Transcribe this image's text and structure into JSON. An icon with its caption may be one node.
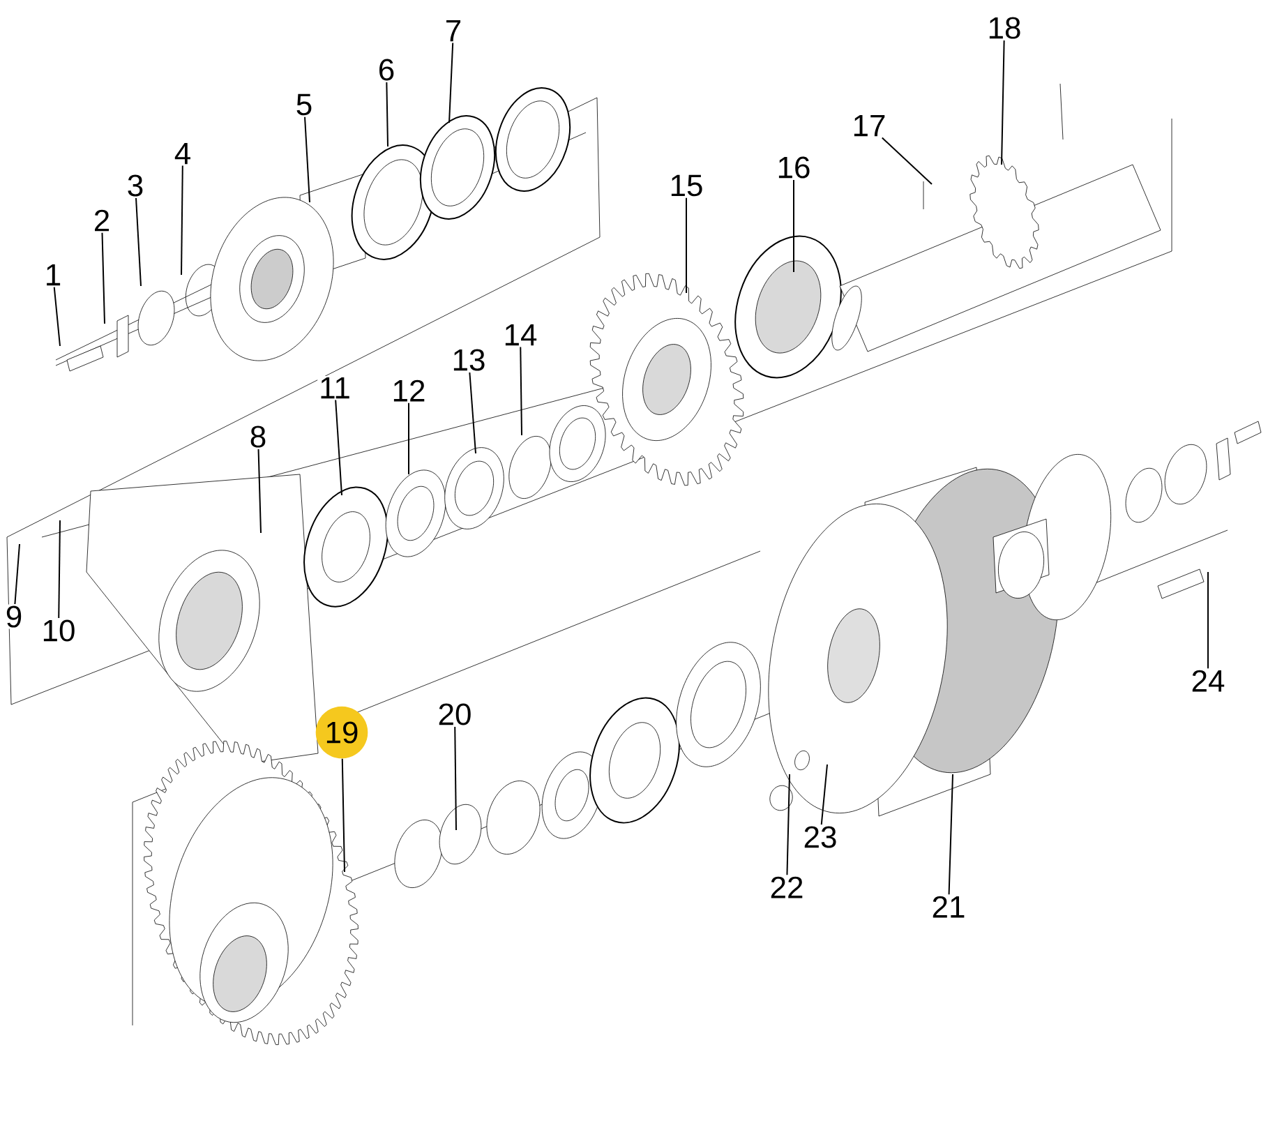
{
  "diagram": {
    "nodes": [
      {
        "text": [
          "1"
        ]
      },
      {
        "text": [
          "2"
        ]
      },
      {
        "text": [
          "3"
        ]
      },
      {
        "text": [
          "4"
        ]
      },
      {
        "text": [
          "5"
        ]
      },
      {
        "text": [
          "6"
        ]
      },
      {
        "text": [
          "7"
        ]
      },
      {
        "text": [
          "8"
        ]
      },
      {
        "text": [
          "9"
        ]
      },
      {
        "text": [
          "10"
        ]
      },
      {
        "text": [
          "11"
        ]
      },
      {
        "text": [
          "12"
        ]
      },
      {
        "text": [
          "13"
        ]
      },
      {
        "text": [
          "14"
        ]
      },
      {
        "text": [
          "15"
        ]
      },
      {
        "text": [
          "16"
        ]
      },
      {
        "text": [
          "17"
        ]
      },
      {
        "text": [
          "18"
        ]
      },
      {
        "text": [
          "19"
        ]
      },
      {
        "text": [
          "20"
        ]
      },
      {
        "text": [
          "21"
        ]
      },
      {
        "text": [
          "22"
        ]
      },
      {
        "text": [
          "23"
        ]
      },
      {
        "text": [
          "24"
        ]
      }
    ],
    "edges": [
      {
        "from": 0,
        "to": null,
        "arrow": "none"
      },
      {
        "from": 1,
        "to": null,
        "arrow": "none"
      },
      {
        "from": 2,
        "to": null,
        "arrow": "none"
      },
      {
        "from": 3,
        "to": null,
        "arrow": "none"
      },
      {
        "from": 4,
        "to": null,
        "arrow": "none"
      },
      {
        "from": 5,
        "to": null,
        "arrow": "none"
      },
      {
        "from": 6,
        "to": null,
        "arrow": "none"
      },
      {
        "from": 7,
        "to": null,
        "arrow": "none"
      },
      {
        "from": 8,
        "to": null,
        "arrow": "none"
      },
      {
        "from": 9,
        "to": null,
        "arrow": "none"
      },
      {
        "from": 10,
        "to": null,
        "arrow": "none"
      },
      {
        "from": 11,
        "to": null,
        "arrow": "none"
      },
      {
        "from": 12,
        "to": null,
        "arrow": "none"
      },
      {
        "from": 13,
        "to": null,
        "arrow": "none"
      },
      {
        "from": 14,
        "to": null,
        "arrow": "none"
      },
      {
        "from": 15,
        "to": null,
        "arrow": "none"
      },
      {
        "from": 16,
        "to": null,
        "arrow": "none"
      },
      {
        "from": 17,
        "to": null,
        "arrow": "none"
      },
      {
        "from": 18,
        "to": null,
        "arrow": "none"
      },
      {
        "from": 19,
        "to": null,
        "arrow": "none"
      },
      {
        "from": 20,
        "to": null,
        "arrow": "none"
      },
      {
        "from": 21,
        "to": null,
        "arrow": "none"
      },
      {
        "from": 22,
        "to": null,
        "arrow": "none"
      },
      {
        "from": 23,
        "to": null,
        "arrow": "none"
      }
    ]
  }
}
